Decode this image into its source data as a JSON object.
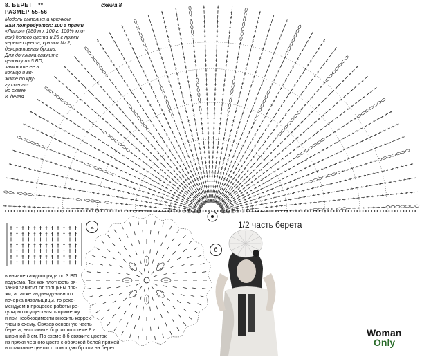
{
  "header": {
    "item": "8. БЕРЕТ",
    "marks": "**",
    "size": "РАЗМЕР 55-56",
    "scheme": "схема 8"
  },
  "intro": {
    "line1": "Модель выполнена крючком.",
    "need_label": "Вам потребуется:",
    "lines": [
      "Вам потребуется: 100 г пряжи",
      "«Лилия» (280 м х 100 г, 100% хло-",
      "пок) белого цвета и 25 г пряжи",
      "черного цвета; крючок № 2;",
      "декоративная брошь.",
      "Для донышка свяжите",
      "цепочку из 5 ВП,",
      "замкните ее в",
      "кольцо и вя-",
      "жите по кру-",
      "гу соглас-",
      "но схеме",
      "8, делая"
    ]
  },
  "caption_half": "1/2 часть берета",
  "label_a": "а",
  "label_b": "б",
  "bottom_text": [
    "в начале каждого ряда по 3 ВП",
    "подъема. Так как плотность вя-",
    "зания зависит от толщины пря-",
    "жи, а также индивидуального",
    "почерка вязальщицы, то реко-",
    "мендуем в процессе работы ре-",
    "гулярно осуществлять примерку",
    "и при необходимости вносить коррек-",
    "тивы в схему. Связав основную часть",
    "берета, выполните бортик по схеме 8 а",
    "шириной 3 см. По схеме 8 б свяжите цветок",
    "из пряжи черного цвета с обвязкой белой пряжей",
    "и приколите цветок с помощью броши на берет."
  ],
  "logo": {
    "top": "Woman",
    "bottom": "Only"
  },
  "colors": {
    "ink": "#1a1a1a",
    "logo_green": "#2a6b2a",
    "paper": "#ffffff"
  }
}
